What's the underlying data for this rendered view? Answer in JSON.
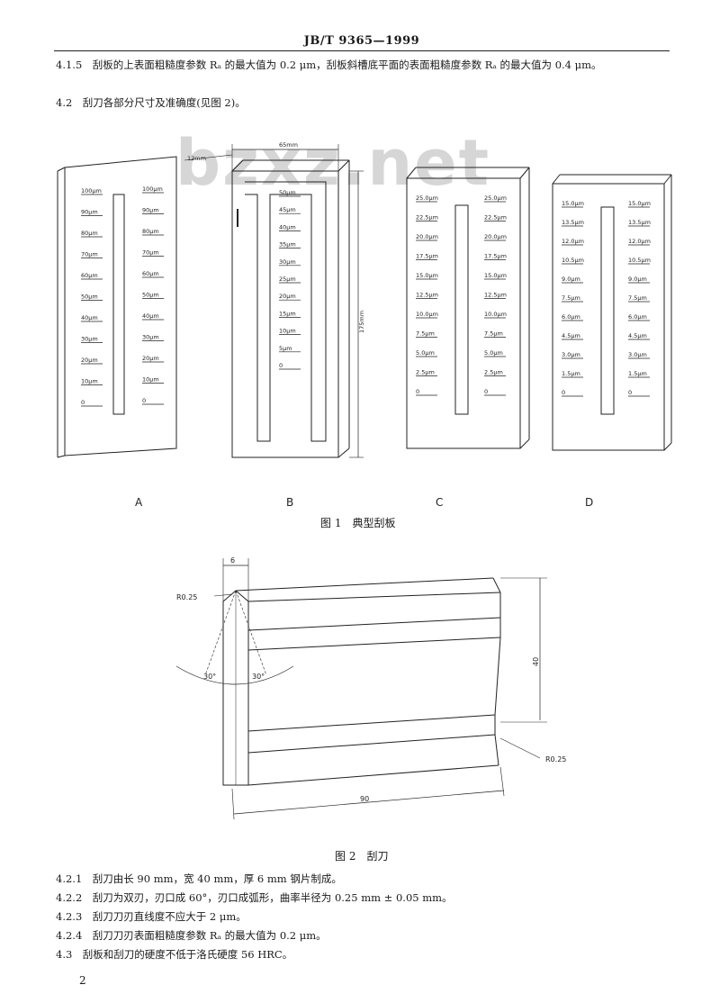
{
  "header": "JB/T 9365—1999",
  "watermark": "bzxz.net",
  "p_415": "4.1.5　刮板的上表面粗糙度参数 Rₐ 的最大值为 0.2 μm，刮板斜槽底平面的表面粗糙度参数 Rₐ 的最大值为 0.4 μm。",
  "p_42": "4.2　刮刀各部分尺寸及准确度(见图 2)。",
  "fig1": {
    "caption": "图 1　典型刮板",
    "panel_labels": [
      "A",
      "B",
      "C",
      "D"
    ],
    "A_left": [
      "100μm",
      "90μm",
      "80μm",
      "70μm",
      "60μm",
      "50μm",
      "40μm",
      "30μm",
      "20μm",
      "10μm",
      "0"
    ],
    "A_right": [
      "100μm",
      "90μm",
      "80μm",
      "70μm",
      "60μm",
      "50μm",
      "40μm",
      "30μm",
      "20μm",
      "10μm",
      "0"
    ],
    "B_labels": [
      "50μm",
      "45μm",
      "40μm",
      "35μm",
      "30μm",
      "25μm",
      "20μm",
      "15μm",
      "10μm",
      "5μm",
      "0"
    ],
    "C_left": [
      "25.0μm",
      "22.5μm",
      "20.0μm",
      "17.5μm",
      "15.0μm",
      "12.5μm",
      "10.0μm",
      "7.5μm",
      "5.0μm",
      "2.5μm",
      "0"
    ],
    "C_right": [
      "25.0μm",
      "22.5μm",
      "20.0μm",
      "17.5μm",
      "15.0μm",
      "12.5μm",
      "10.0μm",
      "7.5μm",
      "5.0μm",
      "2.5μm",
      "0"
    ],
    "D_left": [
      "15.0μm",
      "13.5μm",
      "12.0μm",
      "10.5μm",
      "9.0μm",
      "7.5μm",
      "6.0μm",
      "4.5μm",
      "3.0μm",
      "1.5μm",
      "0"
    ],
    "D_right": [
      "15.0μm",
      "13.5μm",
      "12.0μm",
      "10.5μm",
      "9.0μm",
      "7.5μm",
      "6.0μm",
      "4.5μm",
      "3.0μm",
      "1.5μm",
      "0"
    ],
    "dim_width": "65mm",
    "dim_height": "175mm",
    "dim_slot": "12mm"
  },
  "fig2": {
    "caption": "图 2　刮刀",
    "dim_6": "6",
    "dim_r_top": "R0.25",
    "dim_r_bottom": "R0.25",
    "dim_40": "40",
    "dim_90": "90",
    "angle_a": "30°",
    "angle_b": "30°"
  },
  "items": [
    "4.2.1　刮刀由长 90 mm，宽 40 mm，厚 6 mm 钢片制成。",
    "4.2.2　刮刀为双刃，刃口成 60°，刃口成弧形，曲率半径为 0.25 mm ± 0.05 mm。",
    "4.2.3　刮刀刀刃直线度不应大于 2 μm。",
    "4.2.4　刮刀刀刃表面粗糙度参数 Rₐ 的最大值为 0.2 μm。",
    "4.3　刮板和刮刀的硬度不低于洛氏硬度 56 HRC。"
  ],
  "page_number": "2"
}
